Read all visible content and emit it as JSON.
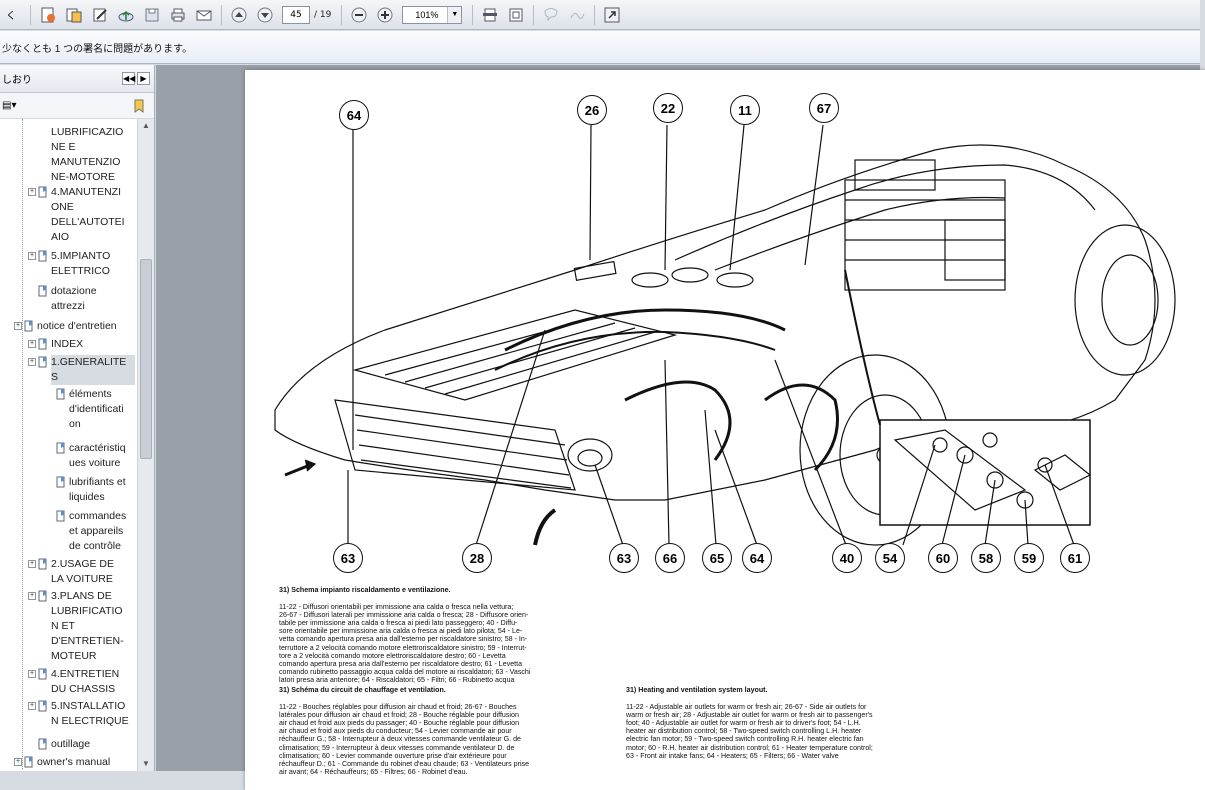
{
  "toolbar": {
    "page_current": "45",
    "page_total": "/ 19",
    "zoom": "101%"
  },
  "message_bar": {
    "text": "少なくとも 1 つの署名に問題があります。"
  },
  "sidebar": {
    "title": "しおり",
    "items": [
      {
        "label": "LUBRIFICAZIO\nNE E\nMANUTENZIO\nNE-MOTORE"
      },
      {
        "label": "4.MANUTENZI\nONE\nDELL'AUTOTEI\nAIO"
      },
      {
        "label": "5.IMPIANTO\nELETTRICO"
      },
      {
        "label": "dotazione\nattrezzi"
      },
      {
        "label": "notice d'entretien"
      },
      {
        "label": "INDEX"
      },
      {
        "label": "1.GENERALITE\nS"
      },
      {
        "label": "éléments\nd'identificati\non"
      },
      {
        "label": "caractéristiq\nues voiture"
      },
      {
        "label": "lubrifiants et\nliquides"
      },
      {
        "label": "commandes\net appareils\nde contrôle"
      },
      {
        "label": "2.USAGE DE\nLA VOITURE"
      },
      {
        "label": "3.PLANS DE\nLUBRIFICATIO\nN ET\nD'ENTRETIEN-\nMOTEUR"
      },
      {
        "label": "4.ENTRETIEN\nDU CHASSIS"
      },
      {
        "label": "5.INSTALLATIO\nN ELECTRIQUE"
      },
      {
        "label": "outillage"
      },
      {
        "label": "owner's manual"
      }
    ]
  },
  "page": {
    "callouts_top": [
      "64",
      "26",
      "22",
      "11",
      "67"
    ],
    "callouts_bottom": [
      "63",
      "28",
      "63",
      "66",
      "65",
      "64",
      "40",
      "54",
      "60",
      "58",
      "59",
      "61"
    ],
    "caption_it_title": "31) Schema impianto riscaldamento e ventilazione.",
    "caption_it_body": "11-22 - Diffusori orientabili per immissione aria calda o fresca nella vettura;\n26-67 - Diffusori laterali per immissione aria calda o fresca; 28 - Diffusore orien-\ntabile per immissione aria calda o fresca ai piedi lato passeggero; 40 - Diffu-\nsore orientabile per immissione aria calda o fresca ai piedi lato pilota; 54 - Le-\nvetta comando apertura presa aria dall'esterno per riscaldatore sinistro; 58 - In-\nterruttore a 2 velocità comando motore elettroriscaldatore sinistro; 59 - Interrut-\ntore a 2 velocità comando motore elettroriscaldatore destro; 60 - Levetta\ncomando apertura presa aria dall'esterno per riscaldatore destro; 61 - Levetta\ncomando rubinetto passaggio acqua calda del motore ai riscaldatori; 63 - Vaschi\nlatori presa aria anteriore; 64 - Riscaldatori; 65 - Filtri; 66 - Rubinetto acqua",
    "caption_fr_title": "31) Schéma du circuit de chauffage et ventilation.",
    "caption_fr_body": "11-22 - Bouches réglables pour diffusion air chaud et froid; 26-67 - Bouches\nlatérales pour diffusion air chaud et froid; 28 - Bouche réglable pour diffusion\nair chaud et froid aux pieds du passager; 40 - Bouche réglable pour diffusion\nair chaud et froid aux pieds du conducteur; 54 - Levier commande air pour\nréchauffeur G.; 58 - Interrupteur à deux vitesses commande ventilateur G. de\nclimatisation; 59 - Interrupteur à deux vitesses commande ventilateur D. de\nclimatisation; 60 - Levier commande ouverture prise d'air extérieure pour\nréchauffeur D.; 61 - Commande du robinet d'eau chaude; 63 - Ventilateurs prise\nair avant; 64 - Réchauffeurs; 65 - Filtres; 66 - Robinet d'eau.",
    "caption_en_title": "31) Heating and ventilation system layout.",
    "caption_en_body": "11-22 - Adjustable air outlets for warm or fresh air; 26-67 - Side air outlets for\nwarm or fresh air; 28 - Adjustable air outlet for warm or fresh air to passenger's\nfoot; 40 - Adjustable air outlet for warm or fresh air to driver's foot; 54 - L.H.\nheater air distribution control; 58 - Two-speed switch controlling L.H. heater\nelectric fan motor; 59 - Two-speed switch controlling R.H. heater electric fan\nmotor; 60 - R.H. heater air distribution control; 61 - Heater temperature control;\n63 - Front air intake fans; 64 - Heaters; 65 - Filters; 66 - Water valve"
  }
}
